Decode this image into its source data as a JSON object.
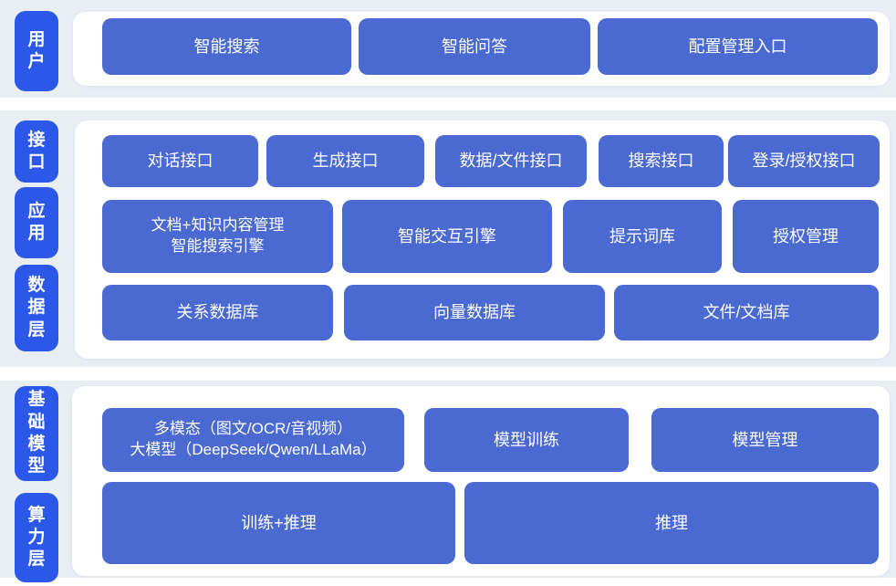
{
  "colors": {
    "layer_pill": "#2B58E8",
    "box": "#4A69D1",
    "section_band": "#E9EEF5",
    "panel": "#FFFFFF",
    "box_text": "#FFFFFF"
  },
  "layers": {
    "user": {
      "label": "用户"
    },
    "interface": {
      "label": "接口"
    },
    "application": {
      "label": "应用"
    },
    "data": {
      "label": "数据层"
    },
    "base_model": {
      "label": "基础模型"
    },
    "compute": {
      "label": "算力层"
    }
  },
  "rows": {
    "user": [
      "智能搜索",
      "智能问答",
      "配置管理入口"
    ],
    "interface": [
      "对话接口",
      "生成接口",
      "数据/文件接口",
      "搜索接口",
      "登录/授权接口"
    ],
    "application": [
      "文档+知识内容管理\n智能搜索引擎",
      "智能交互引擎",
      "提示词库",
      "授权管理"
    ],
    "data": [
      "关系数据库",
      "向量数据库",
      "文件/文档库"
    ],
    "base_model": [
      "多模态（图文/OCR/音视频）\n大模型（DeepSeek/Qwen/LLaMa）",
      "模型训练",
      "模型管理"
    ],
    "compute": [
      "训练+推理",
      "推理"
    ]
  }
}
